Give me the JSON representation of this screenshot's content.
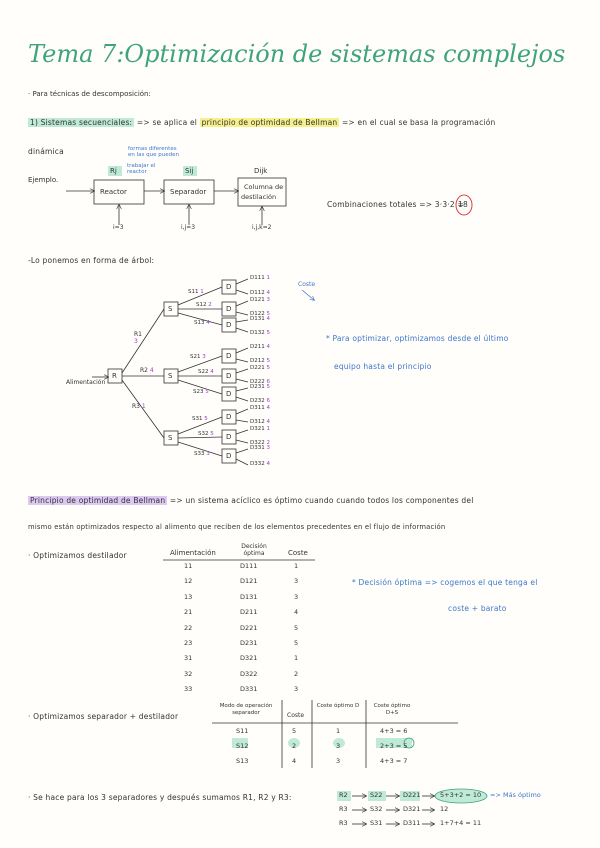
{
  "title": "Tema 7:Optimización de sistemas complejos",
  "intro": "· Para técnicas de descomposición:",
  "sec1": {
    "label": "1) Sistemas secuenciales:",
    "text_a": "=> se aplica el",
    "highlight": "principio de optimidad de Bellman",
    "text_b": "=> en el cual se basa la programación",
    "text_c": "dinámica"
  },
  "example": {
    "label": "Ejemplo.",
    "note_formas": "formas diferentes",
    "note_formas2": "en las que pueden",
    "note_trabajar": "trabajar el",
    "note_reactor": "reactor",
    "r_tag": "Rj",
    "s_tag": "Sij",
    "d_tag": "Dijk",
    "reactor": "Reactor",
    "separador": "Separador",
    "columna1": "Columna de",
    "columna2": "destilación",
    "i_lbl": "i=3",
    "ij_lbl": "i,j=3",
    "ijk_lbl": "i,j,k=2",
    "comb": "Combinaciones totales => 3·3·2 =",
    "comb_val": "18"
  },
  "tree_intro": "-Lo ponemos en forma de árbol:",
  "tree": {
    "coste_label": "Coste",
    "alim": "Alimentación",
    "r_node": "R",
    "r1": "R1",
    "r1c": "3",
    "r2": "R2",
    "r2c": "4",
    "r3": "R3",
    "r3c": "1",
    "s_node": "S",
    "d_node": "D",
    "s11": "S11",
    "s11c": "1",
    "s12": "S12",
    "s12c": "2",
    "s13": "S13",
    "s13c": "4",
    "s21": "S21",
    "s21c": "3",
    "s22": "S22",
    "s22c": "4",
    "s23": "S23",
    "s23c": "5",
    "s31": "S31",
    "s31c": "5",
    "s32": "S32",
    "s32c": "5",
    "s33": "S33",
    "s33c": "3",
    "leaves": [
      {
        "l": "D111",
        "c": "1"
      },
      {
        "l": "D112",
        "c": "4"
      },
      {
        "l": "D121",
        "c": "3"
      },
      {
        "l": "D122",
        "c": "5"
      },
      {
        "l": "D131",
        "c": "4"
      },
      {
        "l": "D132",
        "c": "5"
      },
      {
        "l": "D211",
        "c": "4"
      },
      {
        "l": "D212",
        "c": "5"
      },
      {
        "l": "D221",
        "c": "5"
      },
      {
        "l": "D222",
        "c": "6"
      },
      {
        "l": "D231",
        "c": "5"
      },
      {
        "l": "D232",
        "c": "6"
      },
      {
        "l": "D311",
        "c": "4"
      },
      {
        "l": "D312",
        "c": "4"
      },
      {
        "l": "D321",
        "c": "1"
      },
      {
        "l": "D322",
        "c": "2"
      },
      {
        "l": "D331",
        "c": "3"
      },
      {
        "l": "D332",
        "c": "4"
      }
    ],
    "note1": "* Para optimizar, optimizamos desde el último",
    "note2": "equipo hasta el principio"
  },
  "bellman": {
    "highlight": "Principio de optimidad de Bellman",
    "line1": "=> un sistema acíclico es óptimo cuando cuando todos los componentes del",
    "line2": "mismo están optimizados respecto al alimento que reciben de los elementos precedentes en el flujo de información"
  },
  "dest": {
    "label": "· Optimizamos destilador",
    "headers": [
      "Alimentación",
      "Decisión óptima",
      "Coste"
    ],
    "rows": [
      [
        "11",
        "D111",
        "1"
      ],
      [
        "12",
        "D121",
        "3"
      ],
      [
        "13",
        "D131",
        "3"
      ],
      [
        "21",
        "D211",
        "4"
      ],
      [
        "22",
        "D221",
        "5"
      ],
      [
        "23",
        "D231",
        "5"
      ],
      [
        "31",
        "D321",
        "1"
      ],
      [
        "32",
        "D322",
        "2"
      ],
      [
        "33",
        "D331",
        "3"
      ]
    ],
    "note1": "* Decisión óptima => cogemos el que tenga el",
    "note2": "coste + barato"
  },
  "sep": {
    "label": "· Optimizamos separador + destilador",
    "headers": [
      "Modo de operación separador",
      "Coste",
      "Coste óptimo D",
      "Coste óptimo D+S"
    ],
    "rows": [
      [
        "S11",
        "5",
        "1",
        "4+3 = 6"
      ],
      [
        "S12",
        "2",
        "3",
        "2+3 = 5"
      ],
      [
        "S13",
        "4",
        "3",
        "4+3 = 7"
      ]
    ]
  },
  "final": {
    "label": "· Se hace para los 3 separadores y después sumamos R1, R2 y R3:",
    "rows": [
      {
        "r": "R2",
        "s": "S22",
        "d": "D221",
        "res": "5+3+2 = 10",
        "tag": "=> Más óptimo"
      },
      {
        "r": "R3",
        "s": "S32",
        "d": "D321",
        "res": "12",
        "tag": ""
      },
      {
        "r": "R3",
        "s": "S31",
        "d": "D311",
        "res": "1+7+4 = 11",
        "tag": ""
      }
    ]
  }
}
